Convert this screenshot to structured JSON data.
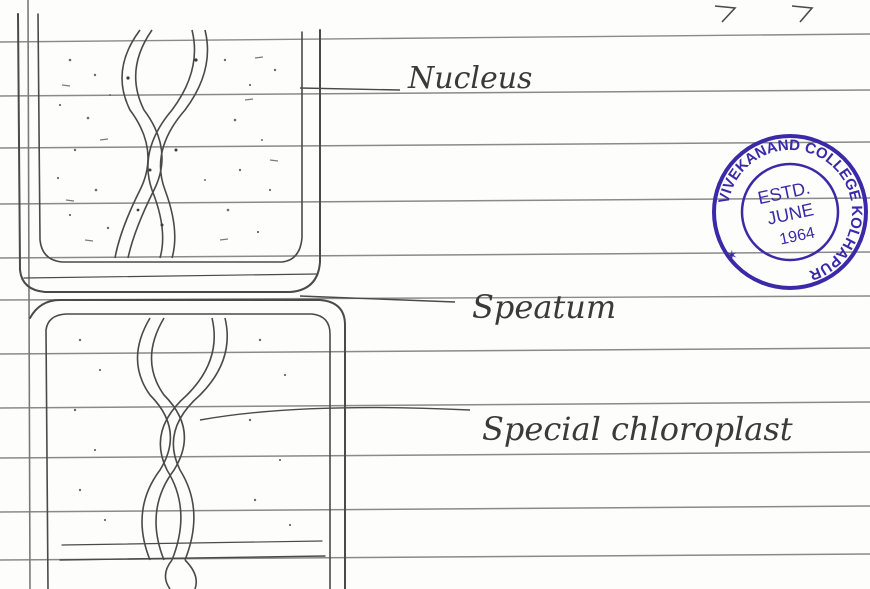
{
  "labels": {
    "nucleus": "Nucleus",
    "septum": "Speatum",
    "chloroplast": "Special chloroplast"
  },
  "stamp": {
    "ring_text": "VIVEKANAND COLLEGE KOLHAPUR",
    "line1": "ESTD.",
    "line2": "JUNE",
    "line3": "1964",
    "color": "#3a2aa8"
  },
  "colors": {
    "paper": "#fdfdfc",
    "ruled_line": "#8a8a8a",
    "pencil": "#4a4a4a"
  }
}
